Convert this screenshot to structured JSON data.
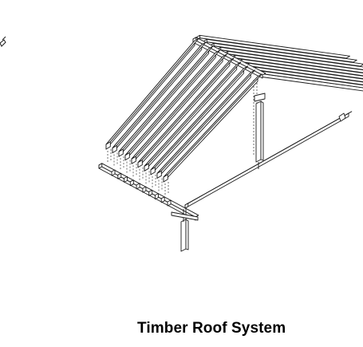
{
  "caption": "Timber Roof System",
  "colors": {
    "background": "#ffffff",
    "line": "#1a1a1a",
    "fill": "#ffffff"
  },
  "diagram": {
    "subject": "timber-roof-framing",
    "rafter_count": 10
  }
}
